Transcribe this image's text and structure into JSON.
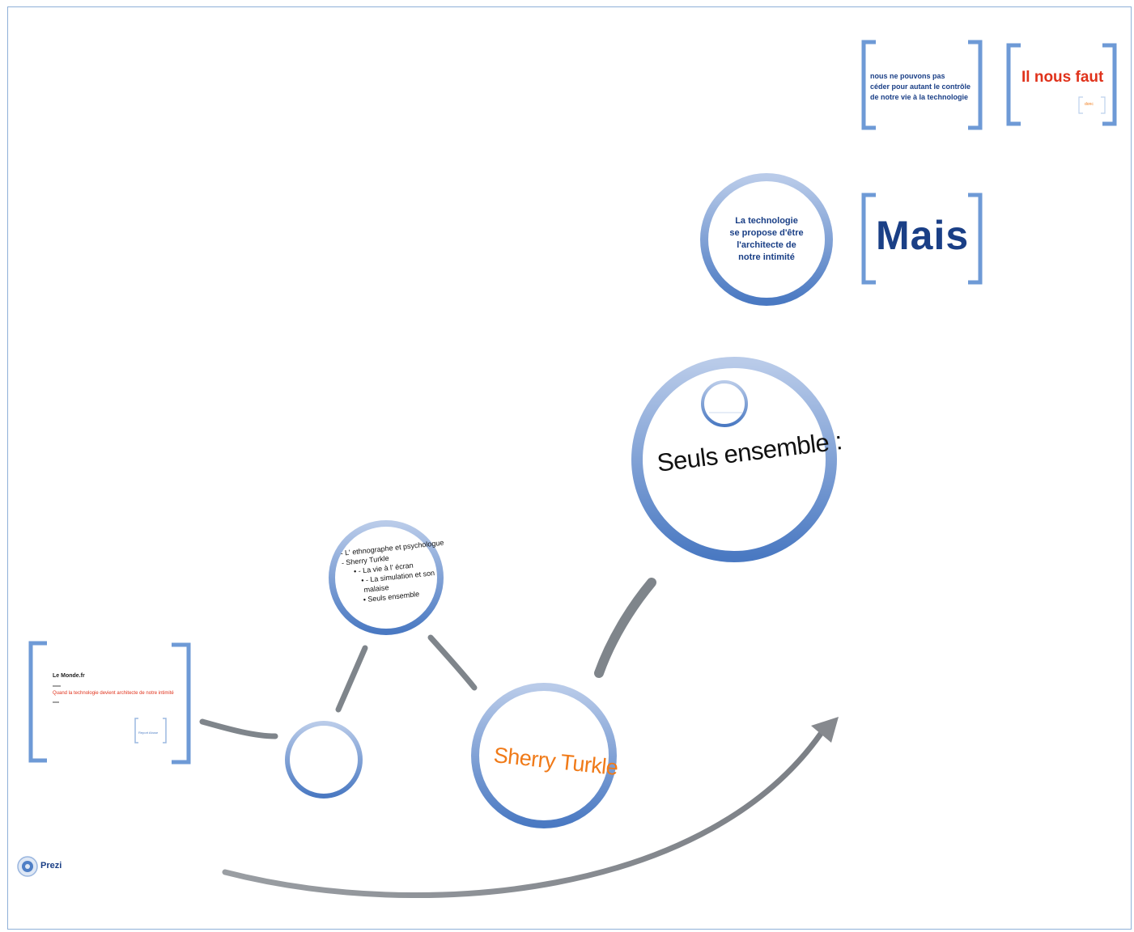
{
  "colors": {
    "ring": "#4f7fc6",
    "ring_light": "#c6d6ee",
    "bracket": "#6e9ad6",
    "navy": "#1a3f86",
    "red": "#e0321b",
    "orange": "#f07a18",
    "connector": "#7f858b",
    "arrow": "#8d9095"
  },
  "top_bracket": {
    "text_lines": [
      "nous ne pouvons pas",
      "céder pour autant le contrôle",
      "de notre vie à la technologie"
    ]
  },
  "il_nous_faut": {
    "title": "Il nous faut",
    "small_label": "donc"
  },
  "circle_technologie": {
    "lines": [
      "La technologie",
      "se propose d'être",
      "l'architecte de",
      "notre intimité"
    ]
  },
  "mais": {
    "text": "Mais"
  },
  "seuls_ensemble": {
    "title": "Seuls ensemble :"
  },
  "circle_ethnographe": {
    "lines": [
      "- L' ethnographe et psychologue",
      "- Sherry Turkle",
      "• - La vie à l' écran",
      "• - La simulation et son",
      "malaise",
      "• Seuls ensemble"
    ]
  },
  "sherry": {
    "name": "Sherry Turkle"
  },
  "le_monde": {
    "source": "Le Monde.fr",
    "headline": "Quand la technologie devient architecte de notre intimité",
    "button": "Report Abuse"
  },
  "prezi": {
    "label": "Prezi"
  }
}
